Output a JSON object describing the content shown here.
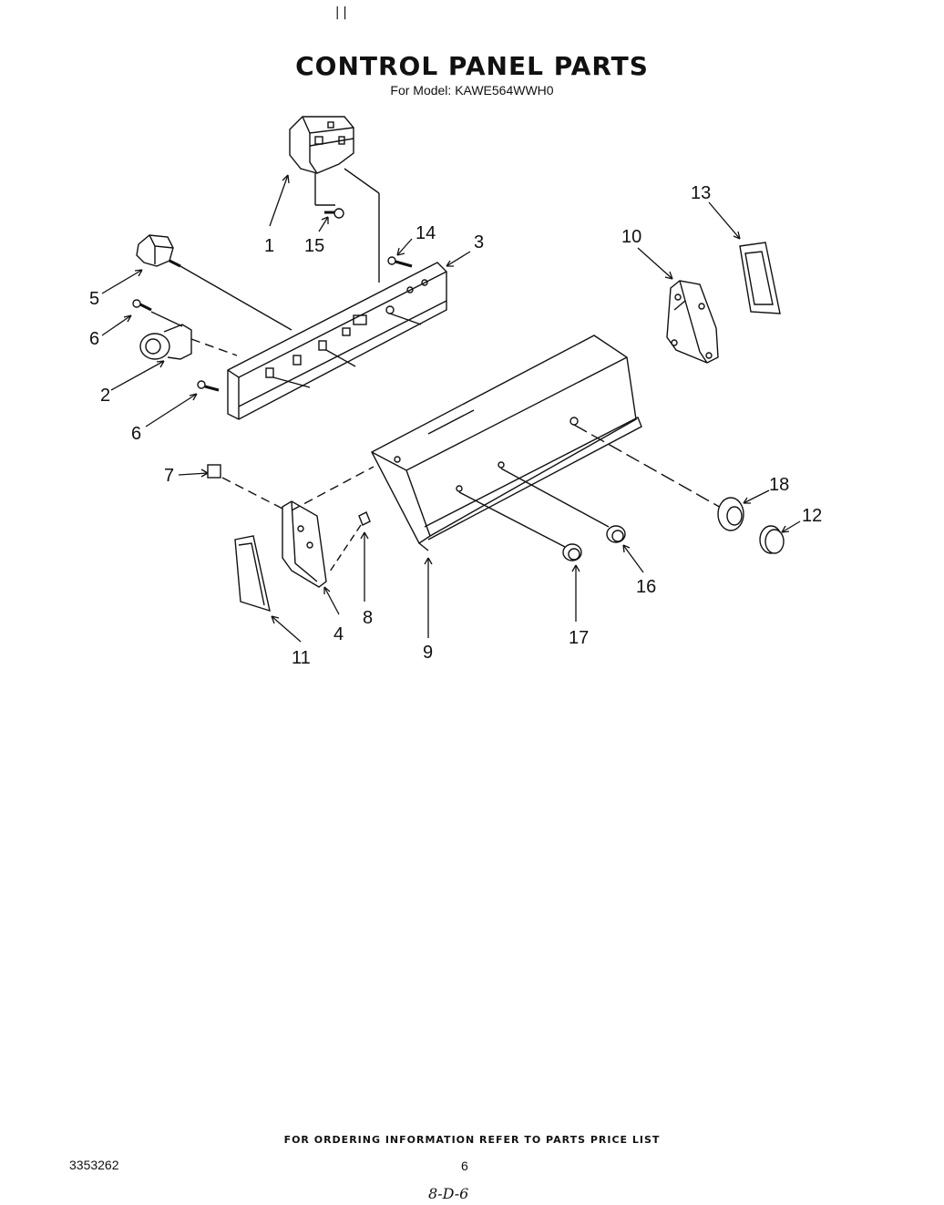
{
  "header": {
    "marks": "||",
    "title": "CONTROL PANEL PARTS",
    "subtitle": "For Model: KAWE564WWH0"
  },
  "diagram": {
    "callouts": [
      "1",
      "2",
      "3",
      "4",
      "5",
      "6",
      "6",
      "7",
      "8",
      "9",
      "10",
      "11",
      "12",
      "13",
      "14",
      "15",
      "16",
      "17",
      "18"
    ],
    "parts": [
      "timer",
      "pressure-switch",
      "control-panel-bracket",
      "end-cap-left",
      "switch",
      "screw",
      "clip",
      "screw-small",
      "control-panel",
      "end-cap-right",
      "trim-left",
      "knob",
      "trim-right",
      "screw-14",
      "screw-15",
      "knob-16",
      "knob-17",
      "skirt-18"
    ]
  },
  "footer": {
    "note": "FOR ORDERING INFORMATION REFER TO PARTS PRICE LIST",
    "doc_number": "3353262",
    "page_number": "6",
    "handwritten": "8-D-6"
  }
}
